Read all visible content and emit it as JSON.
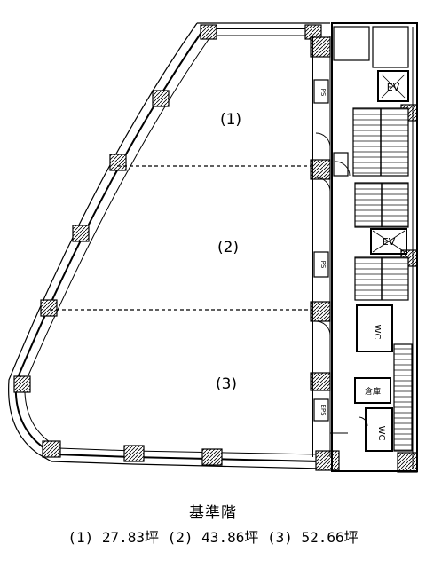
{
  "zones": [
    {
      "label": "(1)"
    },
    {
      "label": "(2)"
    },
    {
      "label": "(3)"
    }
  ],
  "core_labels": {
    "ev_top": "EV",
    "ev_mid": "EV",
    "wc_upper": "WC",
    "wc_lower": "WC",
    "ps_1": "PS",
    "ps_2": "PS",
    "eps": "EPS",
    "small_room": "倉庫"
  },
  "floor_title": "基準階",
  "area_summary": "(1) 27.83坪 (2) 43.86坪 (3) 52.66坪"
}
